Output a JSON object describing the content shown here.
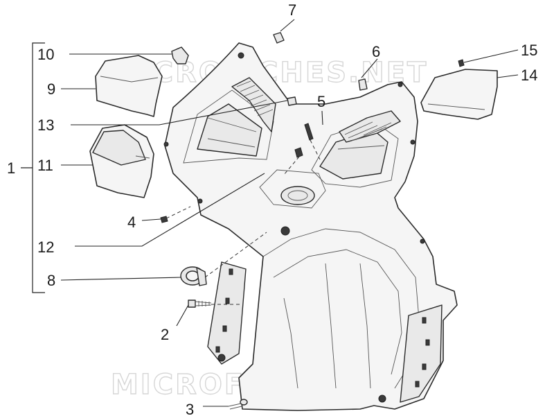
{
  "watermarks": [
    "MICROFICHES.NET",
    "MICROFICHES.NET"
  ],
  "callouts": [
    {
      "id": "1",
      "label": "1"
    },
    {
      "id": "2",
      "label": "2"
    },
    {
      "id": "3",
      "label": "3"
    },
    {
      "id": "4",
      "label": "4"
    },
    {
      "id": "5",
      "label": "5"
    },
    {
      "id": "6",
      "label": "6"
    },
    {
      "id": "7",
      "label": "7"
    },
    {
      "id": "8",
      "label": "8"
    },
    {
      "id": "9",
      "label": "9"
    },
    {
      "id": "10",
      "label": "10"
    },
    {
      "id": "11",
      "label": "11"
    },
    {
      "id": "12",
      "label": "12"
    },
    {
      "id": "13",
      "label": "13"
    },
    {
      "id": "14",
      "label": "14"
    },
    {
      "id": "15",
      "label": "15"
    }
  ]
}
